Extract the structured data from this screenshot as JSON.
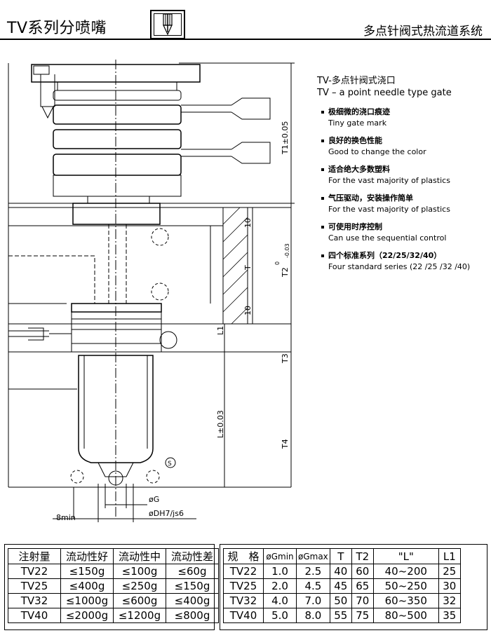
{
  "header": {
    "left_title": "TV系列分喷嘴",
    "right_title": "多点针阀式热流道系统"
  },
  "product": {
    "title_zh": "TV-多点针阀式浇口",
    "title_en": "TV – a point needle type gate"
  },
  "features": [
    {
      "zh": "极细微的浇口痕迹",
      "en": "Tiny gate mark"
    },
    {
      "zh": "良好的换色性能",
      "en": "Good to change the color"
    },
    {
      "zh": "适合绝大多数塑料",
      "en": "For the vast majority of plastics"
    },
    {
      "zh": "气压驱动，安装操作简单",
      "en": "For the vast majority of plastics"
    },
    {
      "zh": "可使用时序控制",
      "en": "Can use the sequential control"
    },
    {
      "zh": "四个标准系列（22/25/32/40）",
      "en": "Four standard series (22 /25 /32 /40)"
    }
  ],
  "dimensions": {
    "t1": "T1±0.05",
    "t2": "T2",
    "t2_tol_upper": "0",
    "t2_tol_lower": "-0.03",
    "t": "T",
    "ten_top": "10",
    "ten_bottom": "10",
    "l1": "L1",
    "t3": "T3",
    "l": "L±0.03",
    "t4": "T4",
    "g": "øG",
    "dh7": "øDH7/js6",
    "min8": "8min",
    "s": "S"
  },
  "table_injection": {
    "headers": [
      "注射量",
      "流动性好",
      "流动性中",
      "流动性差"
    ],
    "rows": [
      [
        "TV22",
        "≤150g",
        "≤100g",
        "≤60g"
      ],
      [
        "TV25",
        "≤400g",
        "≤250g",
        "≤150g"
      ],
      [
        "TV32",
        "≤1000g",
        "≤600g",
        "≤400g"
      ],
      [
        "TV40",
        "≤2000g",
        "≤1200g",
        "≤800g"
      ]
    ]
  },
  "table_spec": {
    "headers": [
      "规　格",
      "øGmin",
      "øGmax",
      "T",
      "T2",
      "\"L\"",
      "L1"
    ],
    "rows": [
      [
        "TV22",
        "1.0",
        "2.5",
        "40",
        "60",
        "40~200",
        "25"
      ],
      [
        "TV25",
        "2.0",
        "4.5",
        "45",
        "65",
        "50~250",
        "30"
      ],
      [
        "TV32",
        "4.0",
        "7.0",
        "50",
        "70",
        "60~350",
        "32"
      ],
      [
        "TV40",
        "5.0",
        "8.0",
        "55",
        "75",
        "80~500",
        "35"
      ]
    ]
  }
}
